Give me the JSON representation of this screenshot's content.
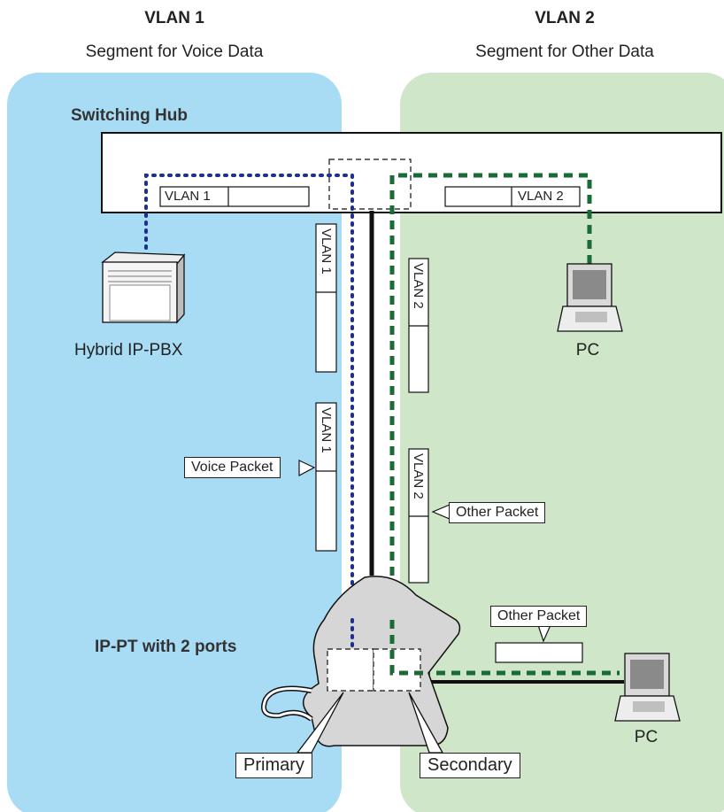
{
  "headers": {
    "vlan1_title": "VLAN 1",
    "vlan1_subtitle": "Segment for Voice Data",
    "vlan2_title": "VLAN 2",
    "vlan2_subtitle": "Segment for Other Data"
  },
  "hub": {
    "label": "Switching Hub",
    "port_left_label": "VLAN 1",
    "port_right_label": "VLAN 2"
  },
  "devices": {
    "pbx_label": "Hybrid IP-PBX",
    "pc_top_label": "PC",
    "pc_bottom_label": "PC",
    "phone_label": "IP-PT with 2 ports"
  },
  "packets": {
    "vlan1_tag_upper": "VLAN 1",
    "vlan1_tag_lower": "VLAN 1",
    "vlan2_tag_upper": "VLAN 2",
    "vlan2_tag_lower": "VLAN 2",
    "voice_packet_label": "Voice Packet",
    "other_packet_label_right": "Other Packet",
    "other_packet_label_bottom": "Other Packet"
  },
  "ports": {
    "primary_label": "Primary",
    "secondary_label": "Secondary"
  },
  "colors": {
    "vlan1_bg": "#a8dcf5",
    "vlan2_bg": "#cfe6c8",
    "vlan1_path": "#1f2f8f",
    "vlan2_path": "#1a6b35",
    "phone_fill": "#d6d6d6"
  }
}
